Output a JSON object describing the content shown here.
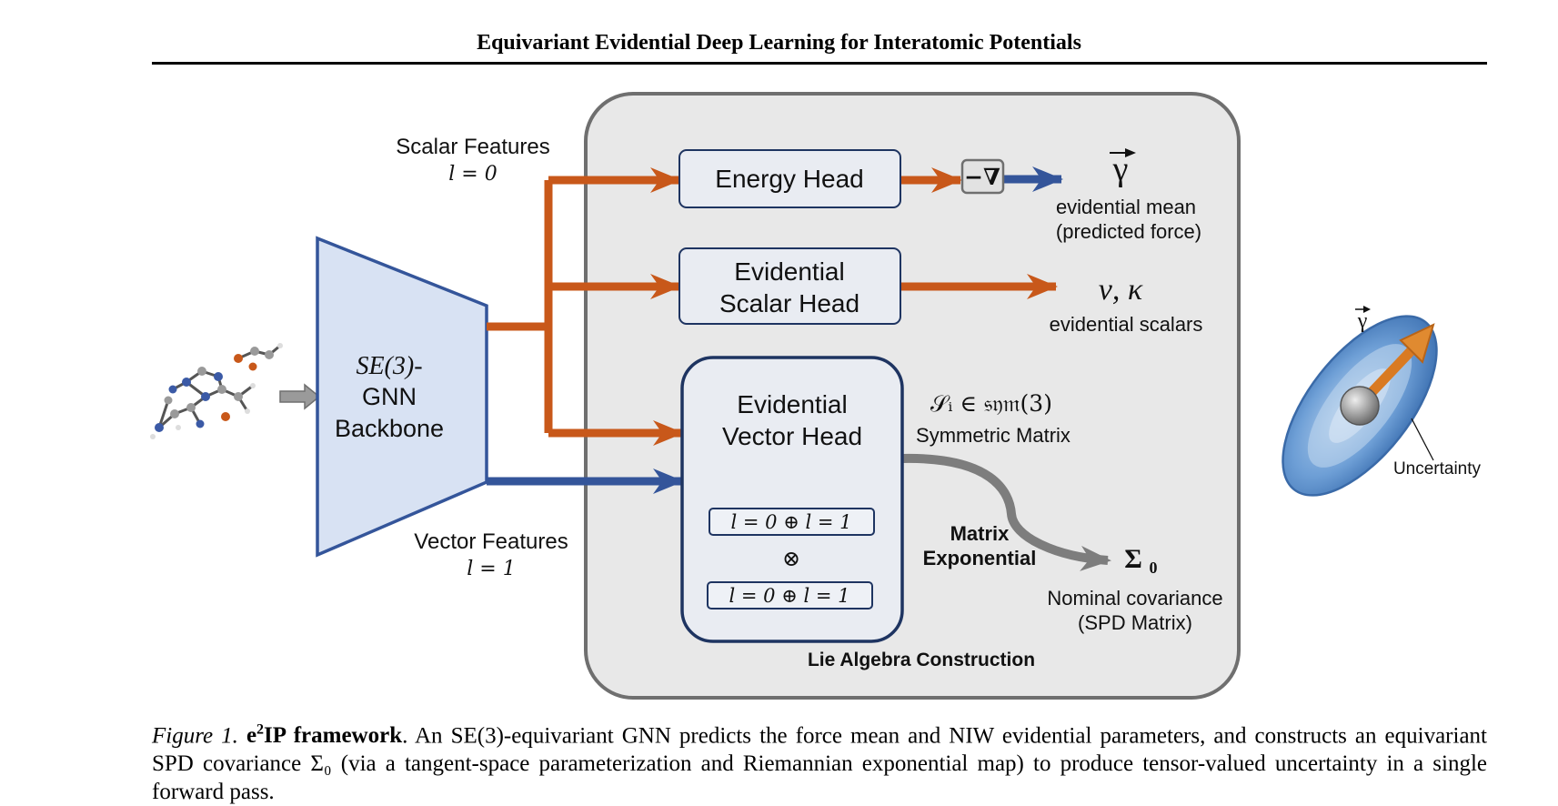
{
  "header": {
    "title": "Equivariant Evidential Deep Learning for Interatomic Potentials"
  },
  "diagram": {
    "scalar_features": {
      "name": "Scalar Features",
      "degree": "l = 0"
    },
    "vector_features": {
      "name": "Vector Features",
      "degree": "l = 1"
    },
    "backbone": {
      "line1": "SE(3)-",
      "line2": "GNN",
      "line3": "Backbone"
    },
    "energy_head": "Energy Head",
    "neg_grad": "−∇",
    "gamma_symbol": "γ",
    "evidential_mean": {
      "line1": "evidential mean",
      "line2": "(predicted force)"
    },
    "scalar_head": {
      "line1": "Evidential",
      "line2": "Scalar Head"
    },
    "nu_kappa": "ν, κ",
    "evidential_scalars": "evidential scalars",
    "vector_head": {
      "line1": "Evidential",
      "line2": "Vector Head"
    },
    "tensor_a": "l = 0 ⊕ l = 1",
    "tensor_op": "⊗",
    "tensor_b": "l = 0 ⊕ l = 1",
    "sym_formula": "𝒮ᵢ ∈ 𝔰𝔶𝔪(3)",
    "symmetric_matrix": "Symmetric Matrix",
    "matrix_exp": {
      "line1": "Matrix",
      "line2": "Exponential"
    },
    "sigma": "Σ",
    "sigma_sub": "0",
    "nominal_cov": {
      "line1": "Nominal covariance",
      "line2": "(SPD Matrix)"
    },
    "lie_algebra": "Lie Algebra Construction",
    "ellipsoid_gamma": "γ",
    "uncertainty": "Uncertainty"
  },
  "colors": {
    "orange": "#c8581a",
    "blue": "#34559a",
    "panel": "#e8e8e8",
    "backbone": "#d8e2f3",
    "navy": "#1e3461"
  },
  "caption": {
    "label": "Figure 1.",
    "title_e": "e",
    "title_sup": "2",
    "title_rest": "IP framework",
    "text": ". An SE(3)-equivariant GNN predicts the force mean and NIW evidential parameters, and constructs an equivariant SPD covariance Σ₀ (via a tangent-space parameterization and Riemannian exponential map) to produce tensor-valued uncertainty in a single forward pass."
  }
}
